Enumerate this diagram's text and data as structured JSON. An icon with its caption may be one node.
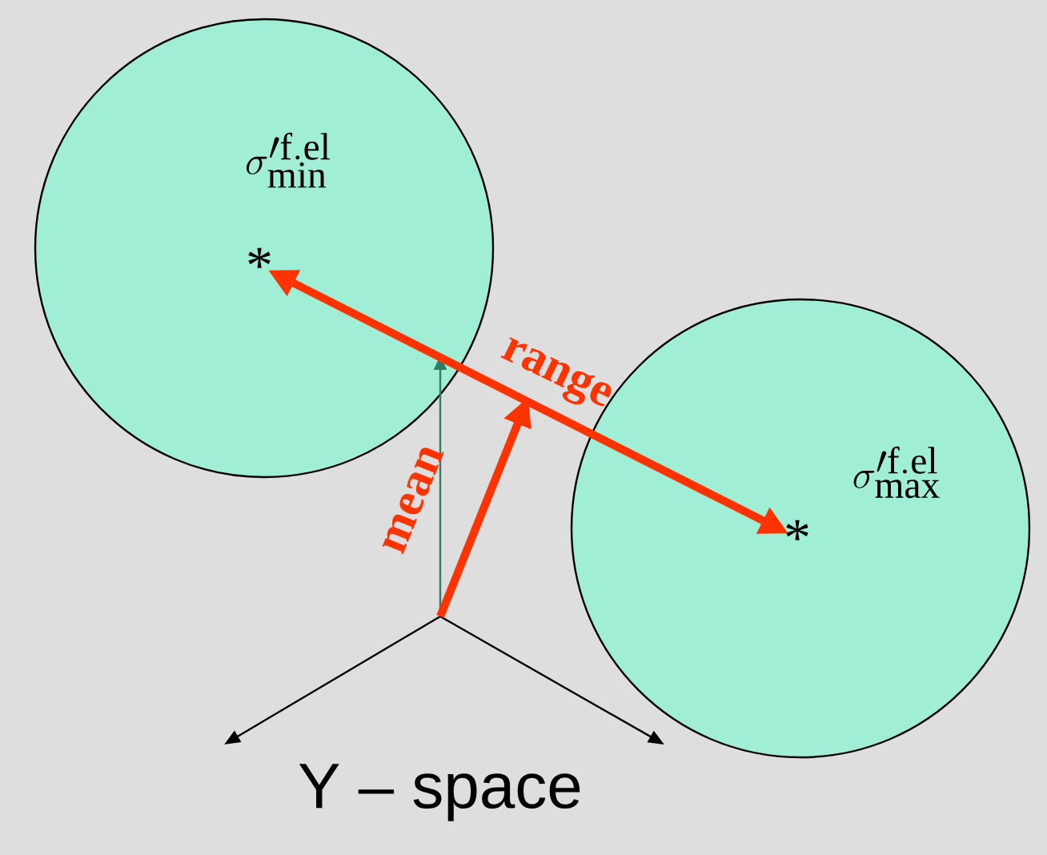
{
  "diagram": {
    "nodes": [
      {
        "text": [
          "\\sigma'^{\\mathrm{f.el}}_{\\mathrm{min}}"
        ]
      },
      {
        "text": [
          "*"
        ],
        "in": 0
      },
      {
        "text": [
          "\\sigma'^{\\mathrm{f.el}}_{\\mathrm{max}}"
        ]
      },
      {
        "text": [
          "*"
        ],
        "in": 2
      }
    ],
    "edges": [
      {
        "from": 1,
        "to": 3,
        "arrow": "both",
        "label": "range"
      }
    ],
    "labels": [
      "mean",
      "Y – space"
    ]
  }
}
